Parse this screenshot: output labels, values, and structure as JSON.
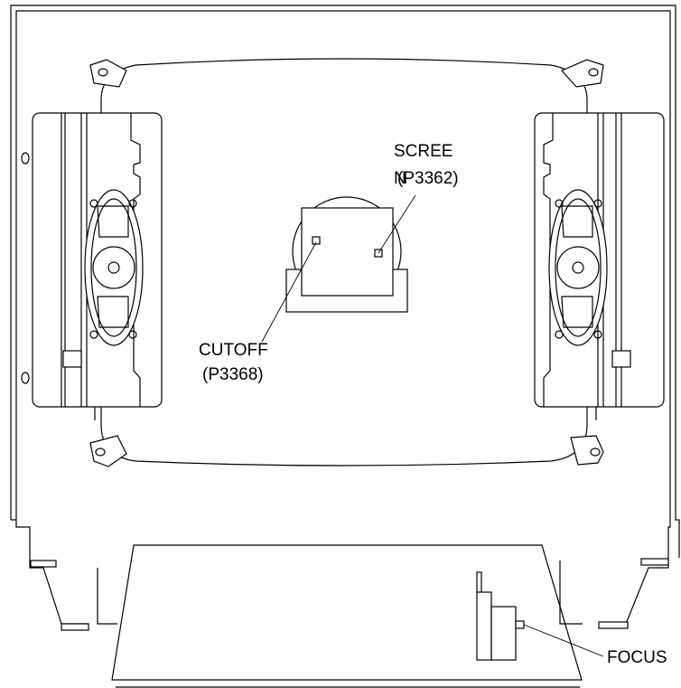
{
  "labels": {
    "screen": "SCREE",
    "screen_n": "N",
    "screen_part": "(P3362)",
    "cutoff": "CUTOFF",
    "cutoff_part": "(P3368)",
    "focus": "FOCUS"
  }
}
